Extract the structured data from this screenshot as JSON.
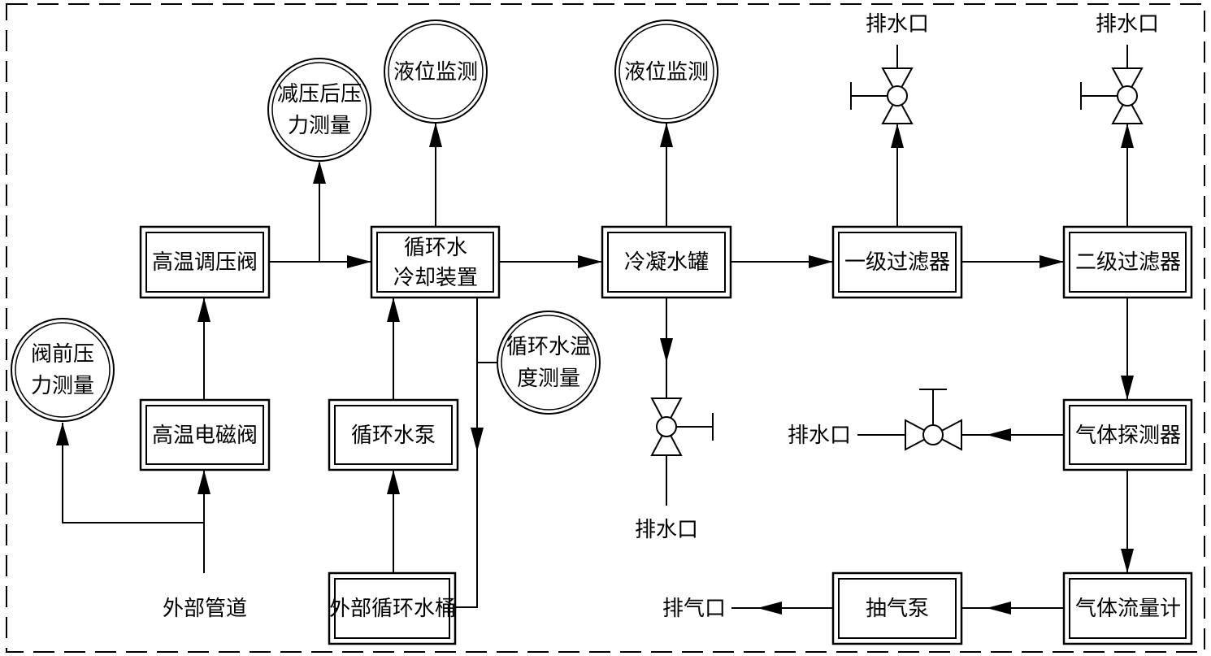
{
  "boxes": {
    "hp_regulator": [
      "高温调压阀"
    ],
    "hp_solenoid": [
      "高温电磁阀"
    ],
    "cooler": [
      "循环水",
      "冷却装置"
    ],
    "pump": [
      "循环水泵"
    ],
    "bucket": [
      "外部循环水桶"
    ],
    "condenser": [
      "冷凝水罐"
    ],
    "filter1": [
      "一级过滤器"
    ],
    "filter2": [
      "二级过滤器"
    ],
    "gas_detector": [
      "气体探测器"
    ],
    "flowmeter": [
      "气体流量计"
    ],
    "air_pump": [
      "抽气泵"
    ]
  },
  "circles": {
    "pre_pressure": [
      "阀前压",
      "力测量"
    ],
    "post_pressure": [
      "减压后压",
      "力测量"
    ],
    "level1": [
      "液位监测"
    ],
    "level2": [
      "液位监测"
    ],
    "water_temp": [
      "循环水温",
      "度测量"
    ]
  },
  "labels": {
    "external_pipe": "外部管道",
    "drain_condenser": "排水口",
    "drain_filter1": "排水口",
    "drain_filter2": "排水口",
    "drain_detector": "排水口",
    "exhaust": "排气口"
  }
}
